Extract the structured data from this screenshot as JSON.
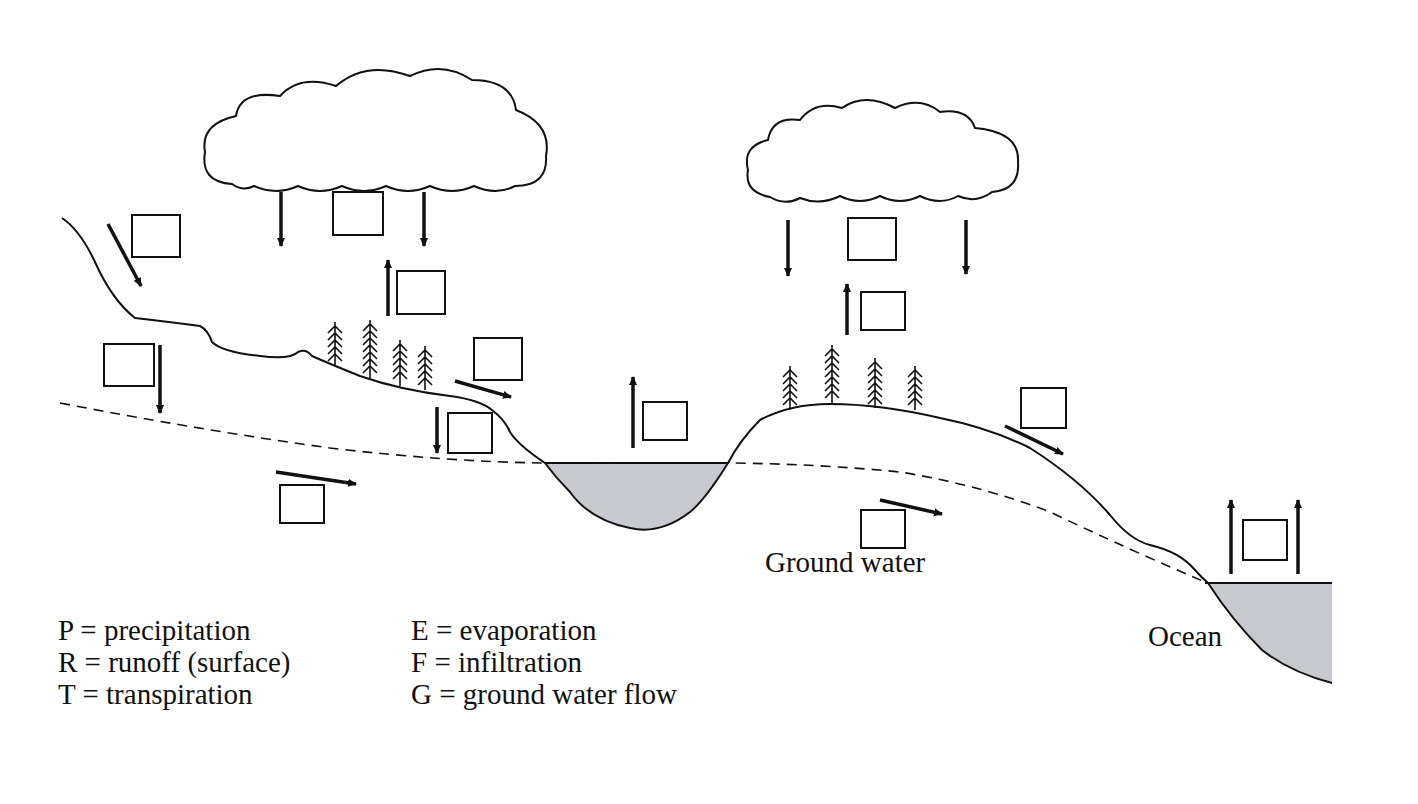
{
  "diagram": {
    "labels": [
      "Ground water",
      "Ocean"
    ],
    "legend": [
      {
        "text": "P = precipitation"
      },
      {
        "text": "R = runoff (surface)"
      },
      {
        "text": "T = transpiration"
      },
      {
        "text": "E = evaporation"
      },
      {
        "text": "F = infiltration"
      },
      {
        "text": "G = ground water flow"
      }
    ]
  }
}
